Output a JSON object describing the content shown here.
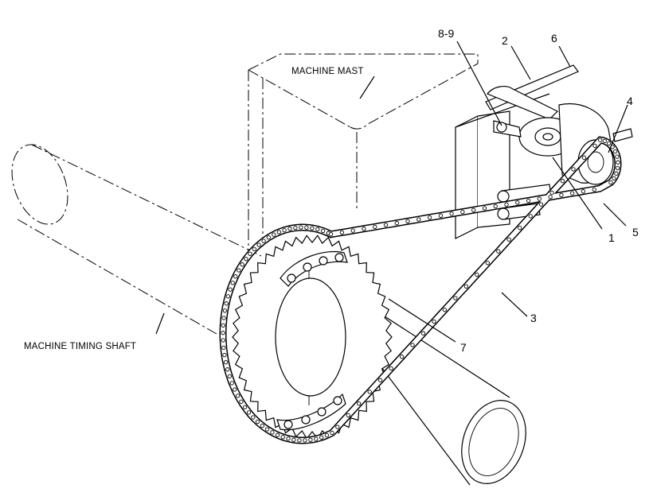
{
  "labels": {
    "machine_mast": "MACHINE MAST",
    "machine_timing_shaft": "MACHINE TIMING SHAFT"
  },
  "callouts": [
    "8-9",
    "2",
    "6",
    "4",
    "1",
    "5",
    "3",
    "7"
  ],
  "colors": {
    "ink": "#000000",
    "paper": "#ffffff"
  }
}
